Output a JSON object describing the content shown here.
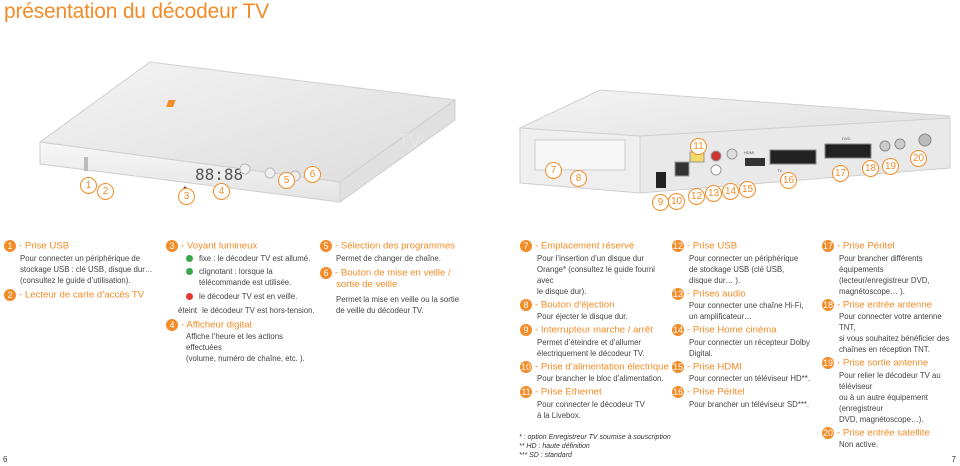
{
  "title": "présentation du décodeur TV",
  "box_left": {
    "front_label": "TV",
    "display": "88:88"
  },
  "box_right": {
    "labels": {
      "usb": "USB",
      "hdmi": "HDMI",
      "tv": "TV",
      "dvd": "DVD"
    }
  },
  "callouts_left": [
    "1",
    "2",
    "3",
    "4",
    "5",
    "6"
  ],
  "callouts_right": [
    "7",
    "8",
    "9",
    "10",
    "11",
    "12",
    "13",
    "14",
    "15",
    "16",
    "17",
    "18",
    "19",
    "20"
  ],
  "col1": {
    "h1": "- Prise USB",
    "n1": "1",
    "t1": [
      "Pour connecter un périphérique de",
      "stockage USB : clé USB, disque dur…",
      "(consultez le guide d’utilisation)."
    ],
    "h2": "- Lecteur de carte d’accès TV",
    "n2": "2"
  },
  "col2": {
    "h1": "- Voyant lumineux",
    "n1": "3",
    "items": [
      {
        "label": "fixe : le décodeur TV est allumé.",
        "color": "#3aa64a"
      },
      {
        "label": "clignotant : lorsque la",
        "color": "#3aa64a"
      },
      {
        "label": "télécommande est utilisée.",
        "color": ""
      },
      {
        "label": "le décodeur TV est en veille.",
        "color": "#e2382f"
      }
    ],
    "off_label": "éteint",
    "off_text": "le décodeur TV est hors-tension.",
    "h2": "- Afficheur digital",
    "n2": "4",
    "t2": [
      "Affiche l’heure et les actions effectuées",
      "(volume, numéro de chaîne, etc. )."
    ]
  },
  "col3": {
    "h1": "- Sélection des programmes",
    "n1": "5",
    "t1": [
      "Permet de changer de chaîne."
    ],
    "h2a": "- Bouton de mise en veille /",
    "h2b": "sortie de veille",
    "n2": "6",
    "t2": [
      "Permet la mise en veille ou la sortie",
      "de veille du décodeur TV."
    ]
  },
  "col4": {
    "blocks": [
      {
        "n": "7",
        "h": "- Emplacement réservé",
        "t": [
          "Pour l’insertion d’un disque dur",
          "Orange* (consultez le guide fourni avec",
          "le disque dur)."
        ]
      },
      {
        "n": "8",
        "h": "- Bouton d’éjection",
        "t": [
          "Pour éjecter le disque dur."
        ]
      },
      {
        "n": "9",
        "h": "- Interrupteur marche / arrêt",
        "t": [
          "Permet d’éteindre et d’allumer",
          "électriquement le décodeur TV."
        ]
      },
      {
        "n": "10",
        "h": "- Prise d’alimentation électrique",
        "t": [
          "Pour brancher le bloc d’alimentation."
        ]
      },
      {
        "n": "11",
        "h": "- Prise Ethernet",
        "t": [
          "Pour connecter le décodeur TV",
          "à la Livebox."
        ]
      }
    ]
  },
  "col5": {
    "blocks": [
      {
        "n": "12",
        "h": "- Prise USB",
        "t": [
          "Pour connecter un périphérique",
          "de stockage USB (clé USB,",
          "disque dur… )."
        ]
      },
      {
        "n": "13",
        "h": "- Prises audio",
        "t": [
          "Pour connecter une chaîne Hi-Fi,",
          "un amplificateur…"
        ]
      },
      {
        "n": "14",
        "h": "- Prise Home cinéma",
        "t": [
          "Pour connecter un récepteur Dolby Digital."
        ]
      },
      {
        "n": "15",
        "h": "- Prise HDMI",
        "t": [
          "Pour connecter un téléviseur HD**."
        ]
      },
      {
        "n": "16",
        "h": "- Prise Péritel",
        "t": [
          "Pour brancher un téléviseur SD***."
        ]
      }
    ]
  },
  "col6": {
    "blocks": [
      {
        "n": "17",
        "h": "- Prise Péritel",
        "t": [
          "Pour brancher différents équipements",
          "(lecteur/enregistreur DVD,",
          "magnétoscope… )."
        ]
      },
      {
        "n": "18",
        "h": "- Prise entrée antenne",
        "t": [
          "Pour connecter votre antenne TNT,",
          "si vous souhaitez bénéficier des",
          "chaînes en réception TNT."
        ]
      },
      {
        "n": "19",
        "h": "- Prise sortie antenne",
        "t": [
          "Pour relier le décodeur TV au téléviseur",
          "ou à un autre équipement (enregistreur",
          "DVD, magnétoscope…)."
        ]
      },
      {
        "n": "20",
        "h": "- Prise entrée satellite",
        "t": [
          "Non active."
        ]
      }
    ]
  },
  "notes": [
    "* : option Enregistreur TV soumise à souscription",
    "** HD : haute définition",
    "*** SD : standard"
  ],
  "page_left": "6",
  "page_right": "7"
}
